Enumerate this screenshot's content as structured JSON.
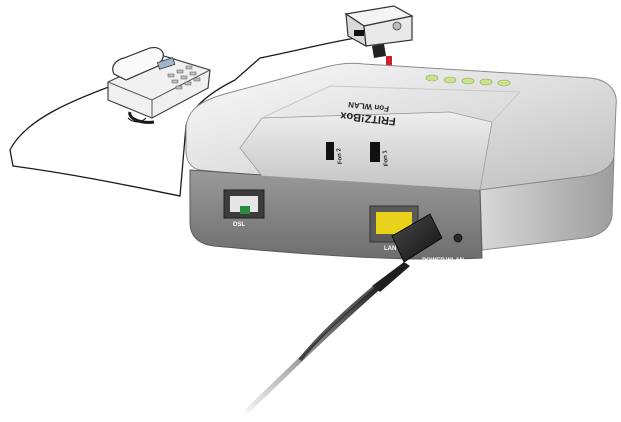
{
  "device": {
    "brand_lines": [
      "FRITZ!Box",
      "Fon WLAN"
    ],
    "ports_top": [
      "Fon 2",
      "Fon 1"
    ],
    "ports_back": {
      "dsl": "DSL",
      "lan": "LAN",
      "power": "POWER",
      "wlan": "WLAN"
    }
  },
  "colors": {
    "arrow": "#d0202a",
    "lan_port": "#e8d21c",
    "leds": "#c9e48a",
    "body_light": "#f4f4f4",
    "body_dark": "#8c8c8c"
  },
  "icons": [
    "telephone-icon",
    "tae-adapter-icon",
    "insert-arrow-icon",
    "led-icon"
  ]
}
